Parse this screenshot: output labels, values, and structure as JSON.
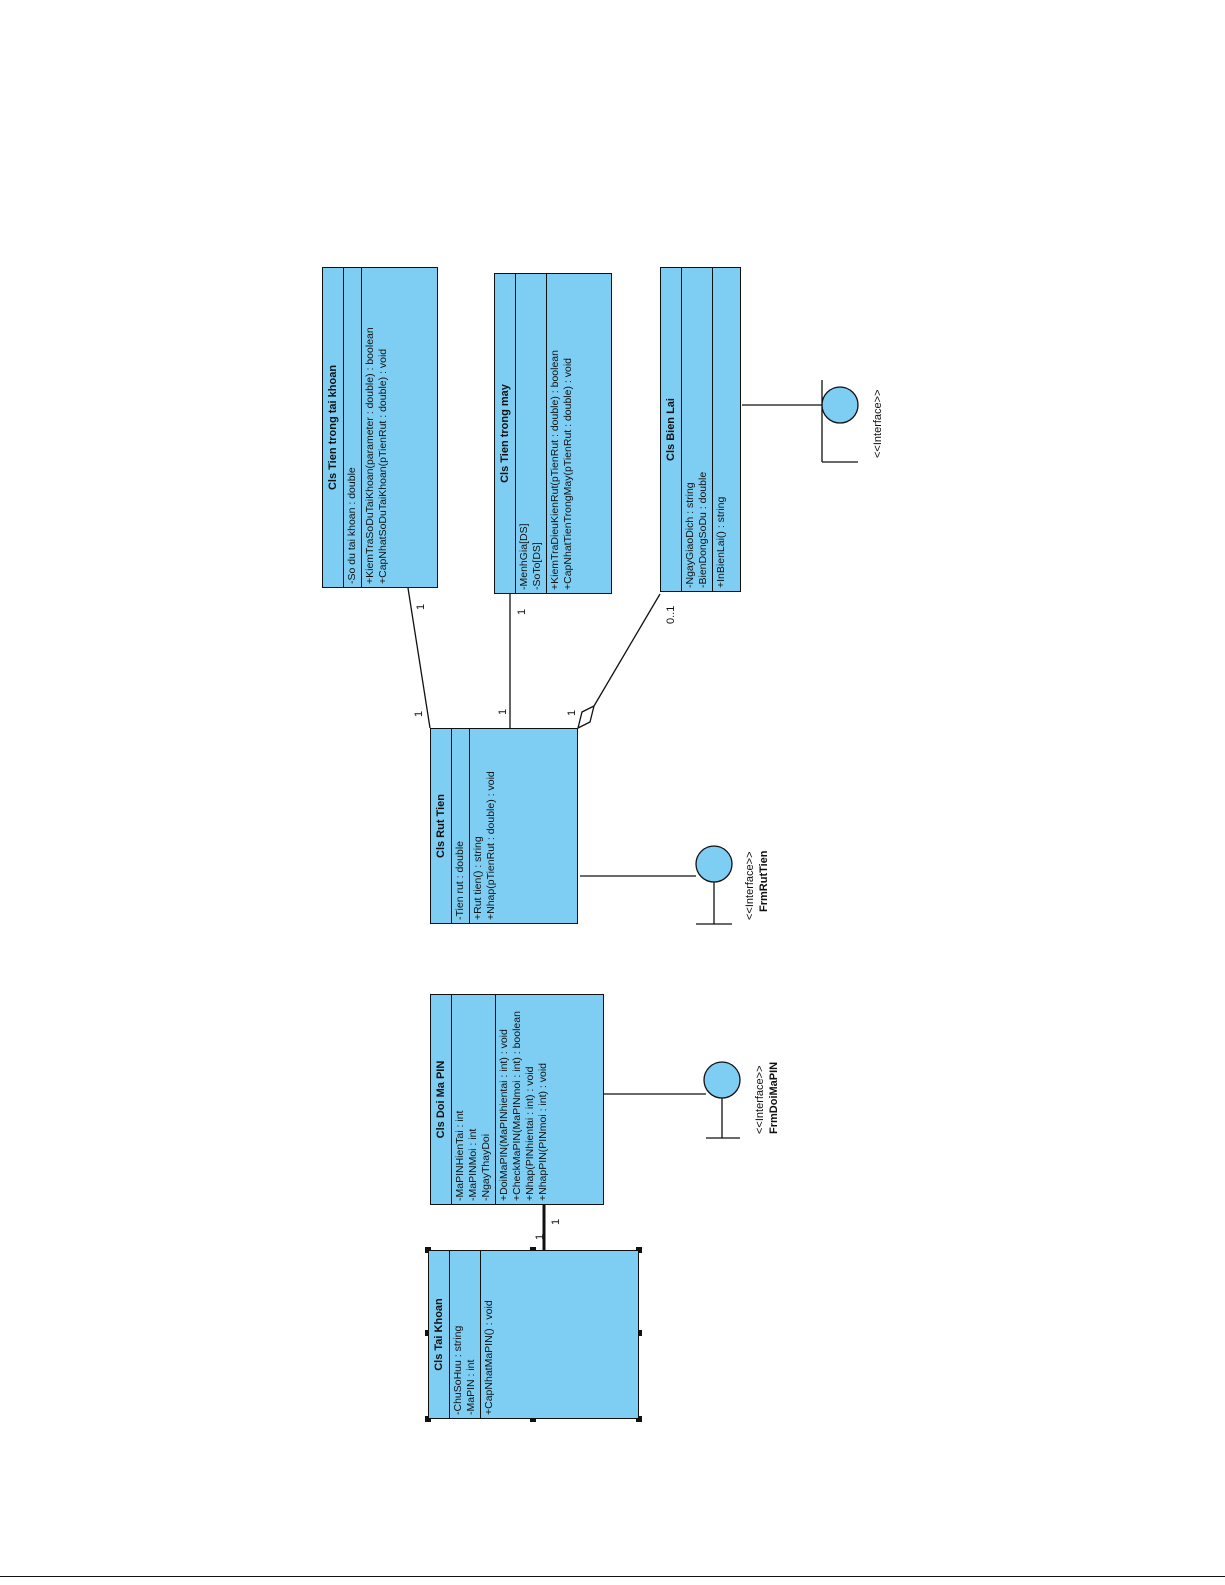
{
  "classes": {
    "tien_trong_tai_khoan": {
      "title": "Cls Tien trong tai khoan",
      "attributes": [
        "-So du tai khoan : double"
      ],
      "operations": [
        "+KiemTraSoDuTaiKhoan(parameter : double) : boolean",
        "+CapNhatSoDuTaiKhoan(pTienRut : double) : void"
      ]
    },
    "tien_trong_may": {
      "title": "Cls Tien trong may",
      "attributes": [
        "-MenhGia[DS]",
        "-SoTo[DS]"
      ],
      "operations": [
        "+KiemTraDieuKienRut(pTienRut : double) : boolean",
        "+CapNhatTienTrongMay(pTienRut : double) : void"
      ]
    },
    "bien_lai": {
      "title": "Cls Bien Lai",
      "attributes": [
        "-NgayGiaoDich : string",
        "-BienDongSoDu : double"
      ],
      "operations": [
        "+InBienLai() : string"
      ]
    },
    "rut_tien": {
      "title": "Cls Rut Tien",
      "attributes": [
        "-Tien rut : double"
      ],
      "operations": [
        "+Rut tien() : string",
        "+Nhap(pTienRut : double) : void"
      ]
    },
    "doi_ma_pin": {
      "title": "Cls Doi Ma PIN",
      "attributes": [
        "-MaPINHienTai : int",
        "-MaPINMoi : int",
        "-NgayThayDoi"
      ],
      "operations": [
        "+DoiMaPIN(MaPINhientai : int) : void",
        "+CheckMaPIN(MaPINmoi : int) : boolean",
        "+Nhap(PINhientai : int) : void",
        "+NhapPIN(PINmoi : int) : void"
      ]
    },
    "tai_khoan": {
      "title": "Cls Tai Khoan",
      "attributes": [
        "-ChuSoHuu : string",
        "-MaPIN : int"
      ],
      "operations": [
        "+CapNhatMaPIN() : void"
      ]
    }
  },
  "interfaces": {
    "bien_lai": {
      "stereotype": "<<Interface>>",
      "name": ""
    },
    "rut_tien": {
      "stereotype": "<<Interface>>",
      "name": "FrmRutTien"
    },
    "doi_ma_pin": {
      "stereotype": "<<Interface>>",
      "name": "FrmDoiMaPIN"
    }
  },
  "multiplicities": {
    "ttk_end": "1",
    "ttk_rut": "1",
    "ttm_end": "1",
    "ttm_rut": "1",
    "bl_end": "0..1",
    "bl_rut": "1",
    "tk_end": "1",
    "pin_end": "1"
  },
  "colors": {
    "class_fill": "#7ecef4",
    "interface_fill": "#7ecef4",
    "stroke": "#111111"
  }
}
